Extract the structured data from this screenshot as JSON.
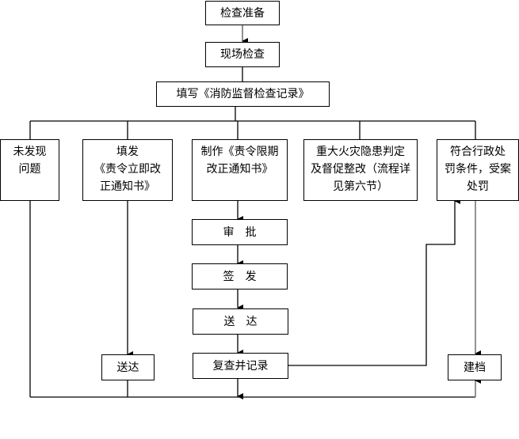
{
  "diagram": {
    "type": "flowchart",
    "nodes": {
      "prepare": "检查准备",
      "onsite": "现场检查",
      "record": "填写《消防监督检查记录》",
      "no_issue": "未发现\n问题",
      "immediate": "填发\n《责令立即改\n正通知书》",
      "deadline": "制作《责令限期\n改正通知书》",
      "major": "重大火灾隐患判定\n及督促整改（流程详\n见第六节）",
      "penalty": "符合行政处\n罚条件，受案\n处罚",
      "approve": "审　批",
      "sign": "签　发",
      "deliver": "送　达",
      "deliver2": "送达",
      "review": "复查并记录",
      "archive": "建档"
    },
    "edges": [
      {
        "from": "prepare",
        "to": "onsite"
      },
      {
        "from": "onsite",
        "to": "record"
      },
      {
        "from": "record",
        "to": "no_issue"
      },
      {
        "from": "record",
        "to": "immediate"
      },
      {
        "from": "record",
        "to": "deadline"
      },
      {
        "from": "record",
        "to": "major"
      },
      {
        "from": "record",
        "to": "penalty"
      },
      {
        "from": "immediate",
        "to": "deliver2"
      },
      {
        "from": "deadline",
        "to": "approve"
      },
      {
        "from": "approve",
        "to": "sign"
      },
      {
        "from": "sign",
        "to": "deliver"
      },
      {
        "from": "deliver",
        "to": "review"
      },
      {
        "from": "review",
        "to": "penalty"
      },
      {
        "from": "penalty",
        "to": "archive"
      },
      {
        "from": "no_issue",
        "to": "archive"
      },
      {
        "from": "deliver2",
        "to": "archive"
      },
      {
        "from": "review",
        "to": "archive"
      }
    ]
  }
}
